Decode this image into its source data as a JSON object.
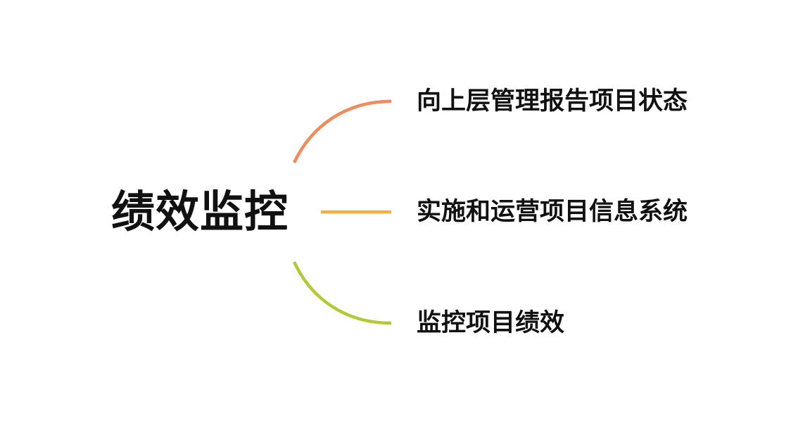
{
  "title": "绩效监控",
  "branches": [
    {
      "label": "向上层管理报告项目状态",
      "color": "#F28A5A"
    },
    {
      "label": "实施和运营项目信息系统",
      "color": "#F5B041"
    },
    {
      "label": "监控项目绩效",
      "color": "#B5C935"
    }
  ]
}
